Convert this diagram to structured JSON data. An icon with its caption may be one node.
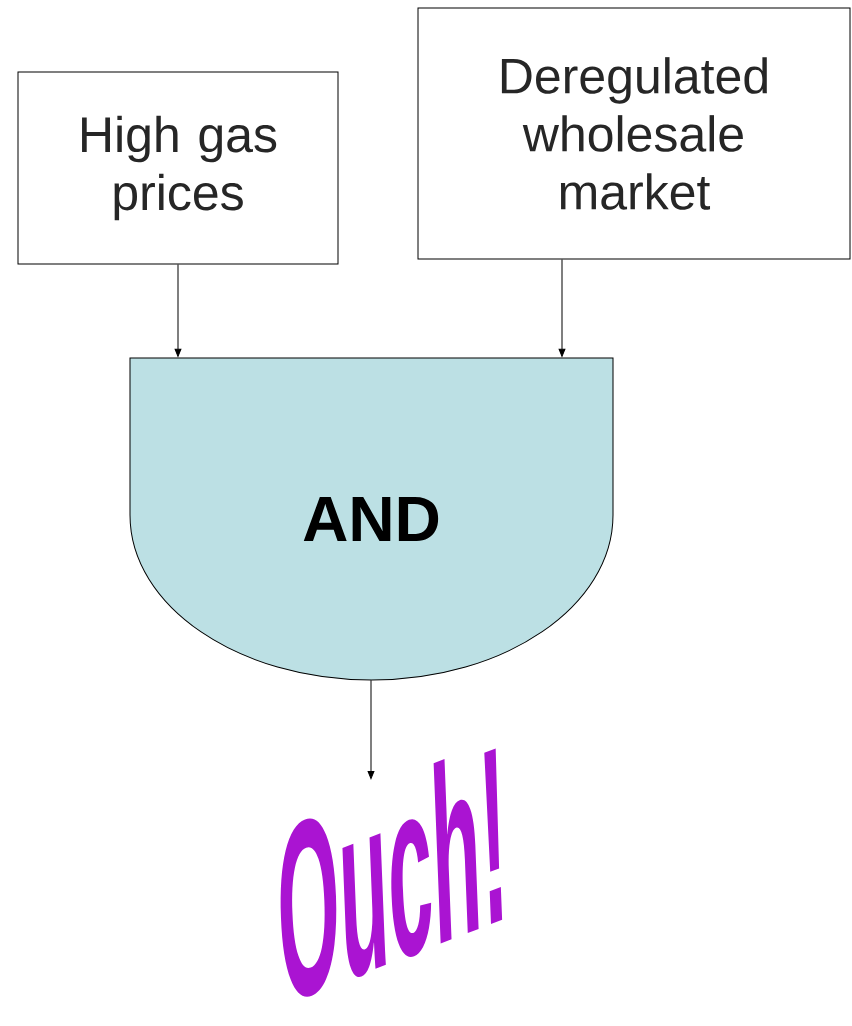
{
  "diagram": {
    "nodes": [
      {
        "text": [
          "High gas prices"
        ]
      },
      {
        "text": [
          "Deregulated wholesale market"
        ]
      },
      {
        "text": [
          "AND"
        ]
      },
      {
        "text": [
          "Ouch!"
        ]
      }
    ],
    "edges": [
      {
        "from": 0,
        "to": 2,
        "arrow": "to"
      },
      {
        "from": 1,
        "to": 2,
        "arrow": "to"
      },
      {
        "from": 2,
        "to": 3,
        "arrow": "to"
      }
    ]
  }
}
